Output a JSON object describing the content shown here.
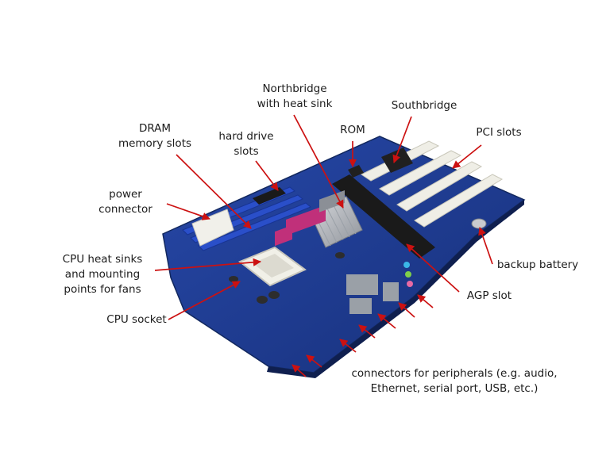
{
  "labels": {
    "northbridge": [
      "Northbridge",
      "with heat sink"
    ],
    "southbridge": "Southbridge",
    "dram": [
      "DRAM",
      "memory slots"
    ],
    "hard_drive": [
      "hard drive",
      "slots"
    ],
    "rom": "ROM",
    "pci": "PCI slots",
    "power": [
      "power",
      "connector"
    ],
    "cpu_heat": [
      "CPU heat sinks",
      "and mounting",
      "points for fans"
    ],
    "backup_battery": "backup battery",
    "agp": "AGP slot",
    "cpu_socket": "CPU socket",
    "connectors": [
      "connectors for peripherals (e.g. audio,",
      "Ethernet, serial port, USB, etc.)"
    ]
  },
  "colors": {
    "board": "#1f3f9a",
    "board_dark": "#152c72",
    "arrow": "#cc1111",
    "slot_white": "#efeee6",
    "slot_black": "#1a1a1a",
    "slot_blue": "#2a4fc9",
    "heatsink": "#b9bcc2",
    "port_magenta": "#c0307a",
    "text": "#1c1c1c"
  }
}
